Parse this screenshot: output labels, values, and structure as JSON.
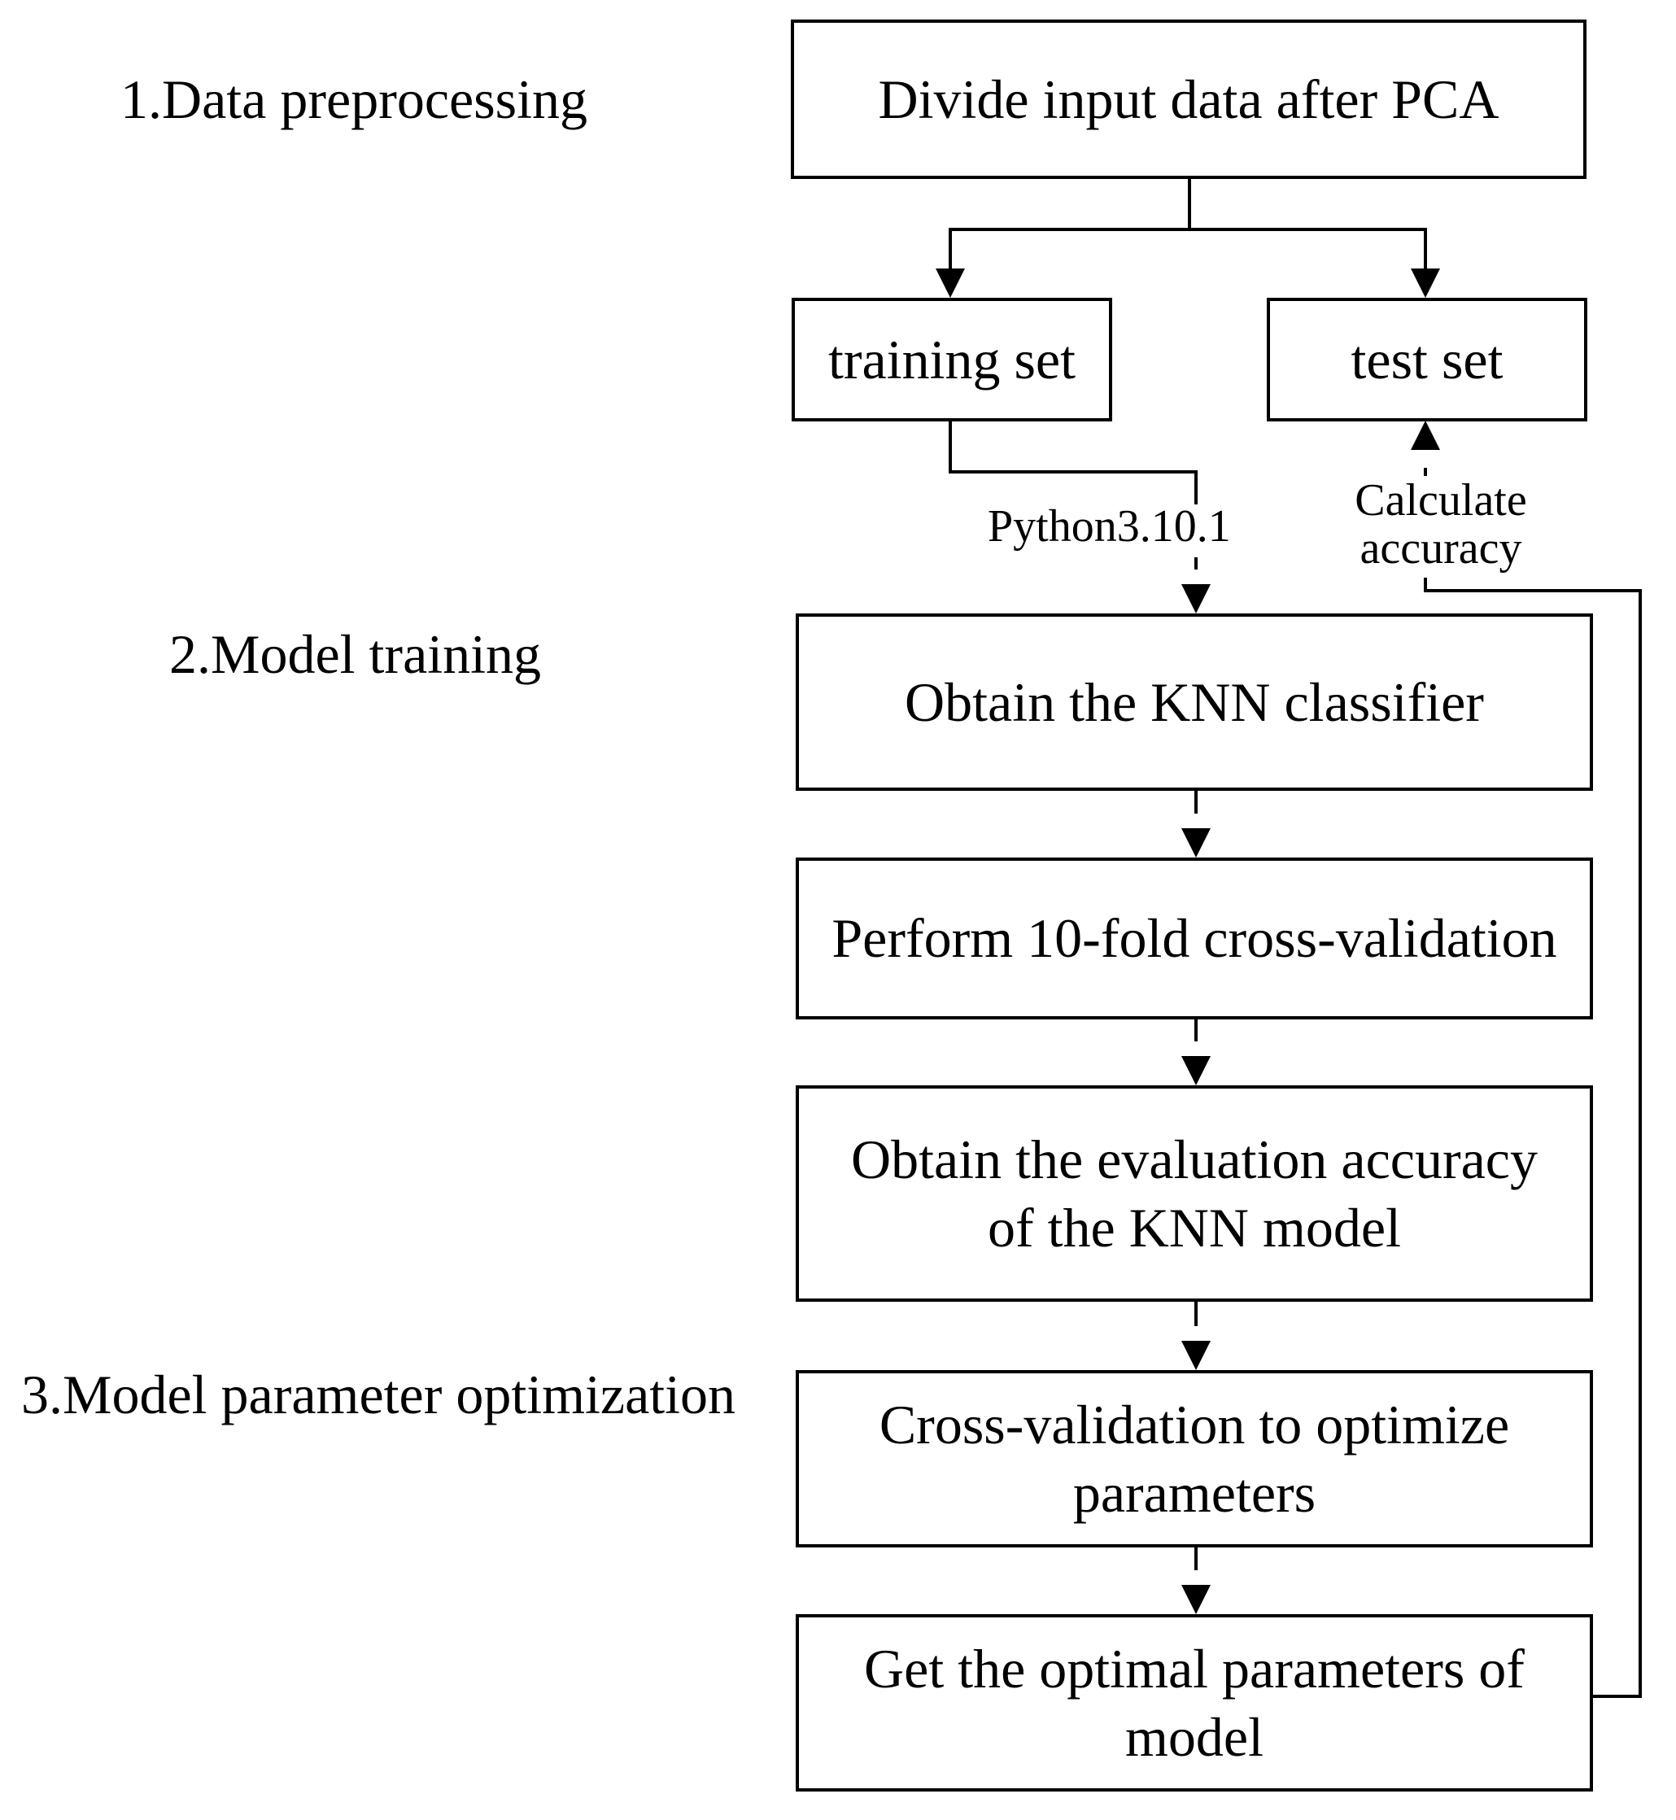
{
  "stages": {
    "data_preprocessing": "1.Data preprocessing",
    "model_training": "2.Model training",
    "parameter_optimization": "3.Model parameter optimization"
  },
  "boxes": {
    "divide_input": "Divide input data after PCA",
    "training_set": "training set",
    "test_set": "test set",
    "obtain_knn": "Obtain the KNN classifier",
    "cross_validation": "Perform 10-fold cross-validation",
    "evaluation_accuracy": "Obtain the evaluation accuracy of the KNN model",
    "optimize_parameters": "Cross-validation to optimize parameters",
    "optimal_parameters": "Get the optimal parameters of model"
  },
  "edge_labels": {
    "python_version": "Python3.10.1",
    "calculate_accuracy_line1": "Calculate",
    "calculate_accuracy_line2": "accuracy"
  }
}
